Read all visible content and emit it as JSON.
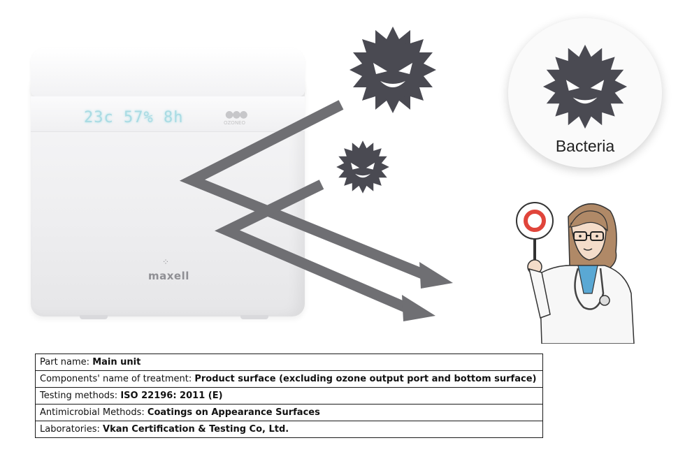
{
  "device": {
    "display_text": "23c 57% 8h",
    "brand_small": "OZONEO",
    "logo": "maxell",
    "vent_icon": "dots-vent-icon"
  },
  "bacteria_label": "Bacteria",
  "icons": [
    "bacteria-icon",
    "arrow-icon",
    "doctor-illustration",
    "circle-sign-icon"
  ],
  "colors": {
    "bacteria": "#4a4a52",
    "arrow": "#6f6f73",
    "sign_ring": "#e0453b"
  },
  "info": {
    "rows": [
      {
        "label": "Part name: ",
        "value": "Main unit"
      },
      {
        "label": "Components' name of treatment: ",
        "value": "Product surface (excluding ozone output port and bottom surface)"
      },
      {
        "label": "Testing methods: ",
        "value": "ISO 22196: 2011 (E)"
      },
      {
        "label": "Antimicrobial Methods: ",
        "value": "Coatings on Appearance Surfaces"
      },
      {
        "label": "Laboratories: ",
        "value": "Vkan Certification & Testing Co, Ltd."
      }
    ]
  }
}
